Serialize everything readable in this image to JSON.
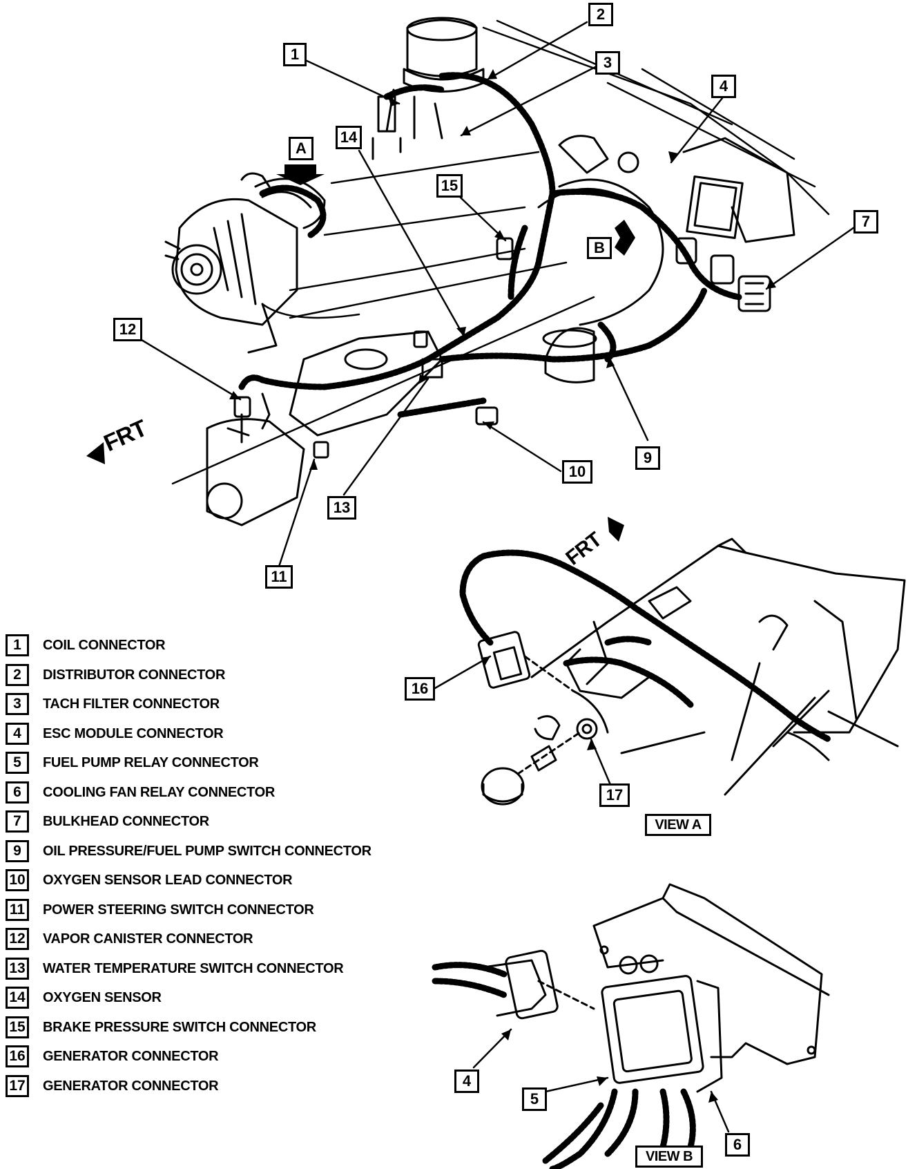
{
  "callouts": {
    "c1": "1",
    "c2": "2",
    "c3": "3",
    "c4": "4",
    "c7": "7",
    "c9": "9",
    "c10": "10",
    "c11": "11",
    "c12": "12",
    "c13": "13",
    "c14": "14",
    "c15": "15",
    "c16": "16",
    "c17": "17",
    "cA": "A",
    "cB": "B",
    "vb4": "4",
    "vb5": "5",
    "vb6": "6"
  },
  "labels": {
    "frt_main": "FRT",
    "frt_view_a": "FRT",
    "view_a": "VIEW A",
    "view_b": "VIEW B"
  },
  "legend": [
    {
      "num": "1",
      "text": "COIL CONNECTOR"
    },
    {
      "num": "2",
      "text": "DISTRIBUTOR CONNECTOR"
    },
    {
      "num": "3",
      "text": "TACH FILTER CONNECTOR"
    },
    {
      "num": "4",
      "text": "ESC MODULE CONNECTOR"
    },
    {
      "num": "5",
      "text": "FUEL PUMP RELAY CONNECTOR"
    },
    {
      "num": "6",
      "text": "COOLING FAN RELAY CONNECTOR"
    },
    {
      "num": "7",
      "text": "BULKHEAD CONNECTOR"
    },
    {
      "num": "9",
      "text": "OIL PRESSURE/FUEL PUMP SWITCH CONNECTOR"
    },
    {
      "num": "10",
      "text": "OXYGEN SENSOR LEAD CONNECTOR"
    },
    {
      "num": "11",
      "text": "POWER STEERING SWITCH CONNECTOR"
    },
    {
      "num": "12",
      "text": "VAPOR CANISTER CONNECTOR"
    },
    {
      "num": "13",
      "text": "WATER TEMPERATURE SWITCH CONNECTOR"
    },
    {
      "num": "14",
      "text": "OXYGEN SENSOR"
    },
    {
      "num": "15",
      "text": "BRAKE PRESSURE SWITCH CONNECTOR"
    },
    {
      "num": "16",
      "text": "GENERATOR CONNECTOR"
    },
    {
      "num": "17",
      "text": "GENERATOR CONNECTOR"
    }
  ]
}
